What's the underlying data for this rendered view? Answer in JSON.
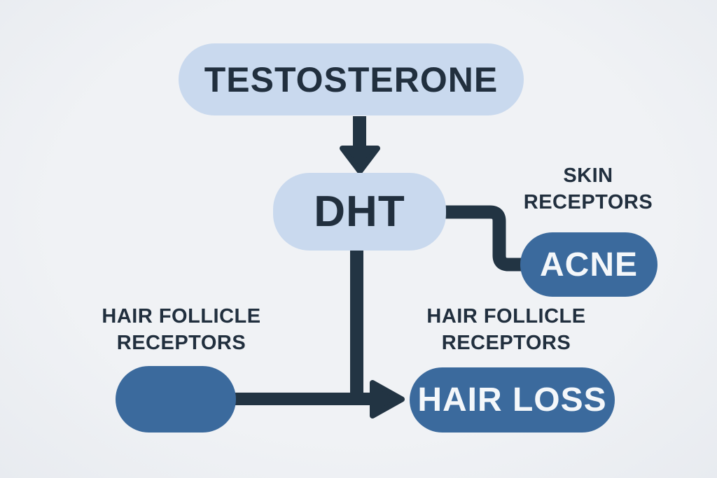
{
  "diagram": {
    "title_implicit": "Testosterone to DHT pathway",
    "background_color": "#eff1f4",
    "colors": {
      "light_node_bg": "#c9d9ee",
      "dark_node_bg": "#3b6a9d",
      "line_color": "#223443",
      "dark_text": "#212f3e",
      "light_text": "#f4f7fa"
    },
    "nodes": {
      "testosterone": {
        "label": "TESTOSTERONE",
        "style": "light"
      },
      "dht": {
        "label": "DHT",
        "style": "light"
      },
      "acne": {
        "label": "ACNE",
        "style": "dark"
      },
      "hair_loss": {
        "label": "HAIR LOSS",
        "style": "dark"
      },
      "receptor_pill": {
        "label": "",
        "style": "dark"
      }
    },
    "labels": {
      "skin_receptors": {
        "line1": "SKIN",
        "line2": "RECEPTORS"
      },
      "hair_follicle_left": {
        "line1": "HAIR FOLLICLE",
        "line2": "RECEPTORS"
      },
      "hair_follicle_right": {
        "line1": "HAIR FOLLICLE",
        "line2": "RECEPTORS"
      }
    },
    "edges": [
      {
        "from": "TESTOSTERONE",
        "to": "DHT",
        "type": "arrow-down"
      },
      {
        "from": "DHT",
        "to": "ACNE",
        "type": "elbow-line",
        "via": "SKIN RECEPTORS"
      },
      {
        "from": "DHT",
        "to": "HAIR LOSS",
        "type": "arrow-right",
        "via": "HAIR FOLLICLE RECEPTORS"
      },
      {
        "from": "RECEPTOR PILL",
        "to": "HAIR LOSS",
        "type": "line"
      }
    ]
  }
}
